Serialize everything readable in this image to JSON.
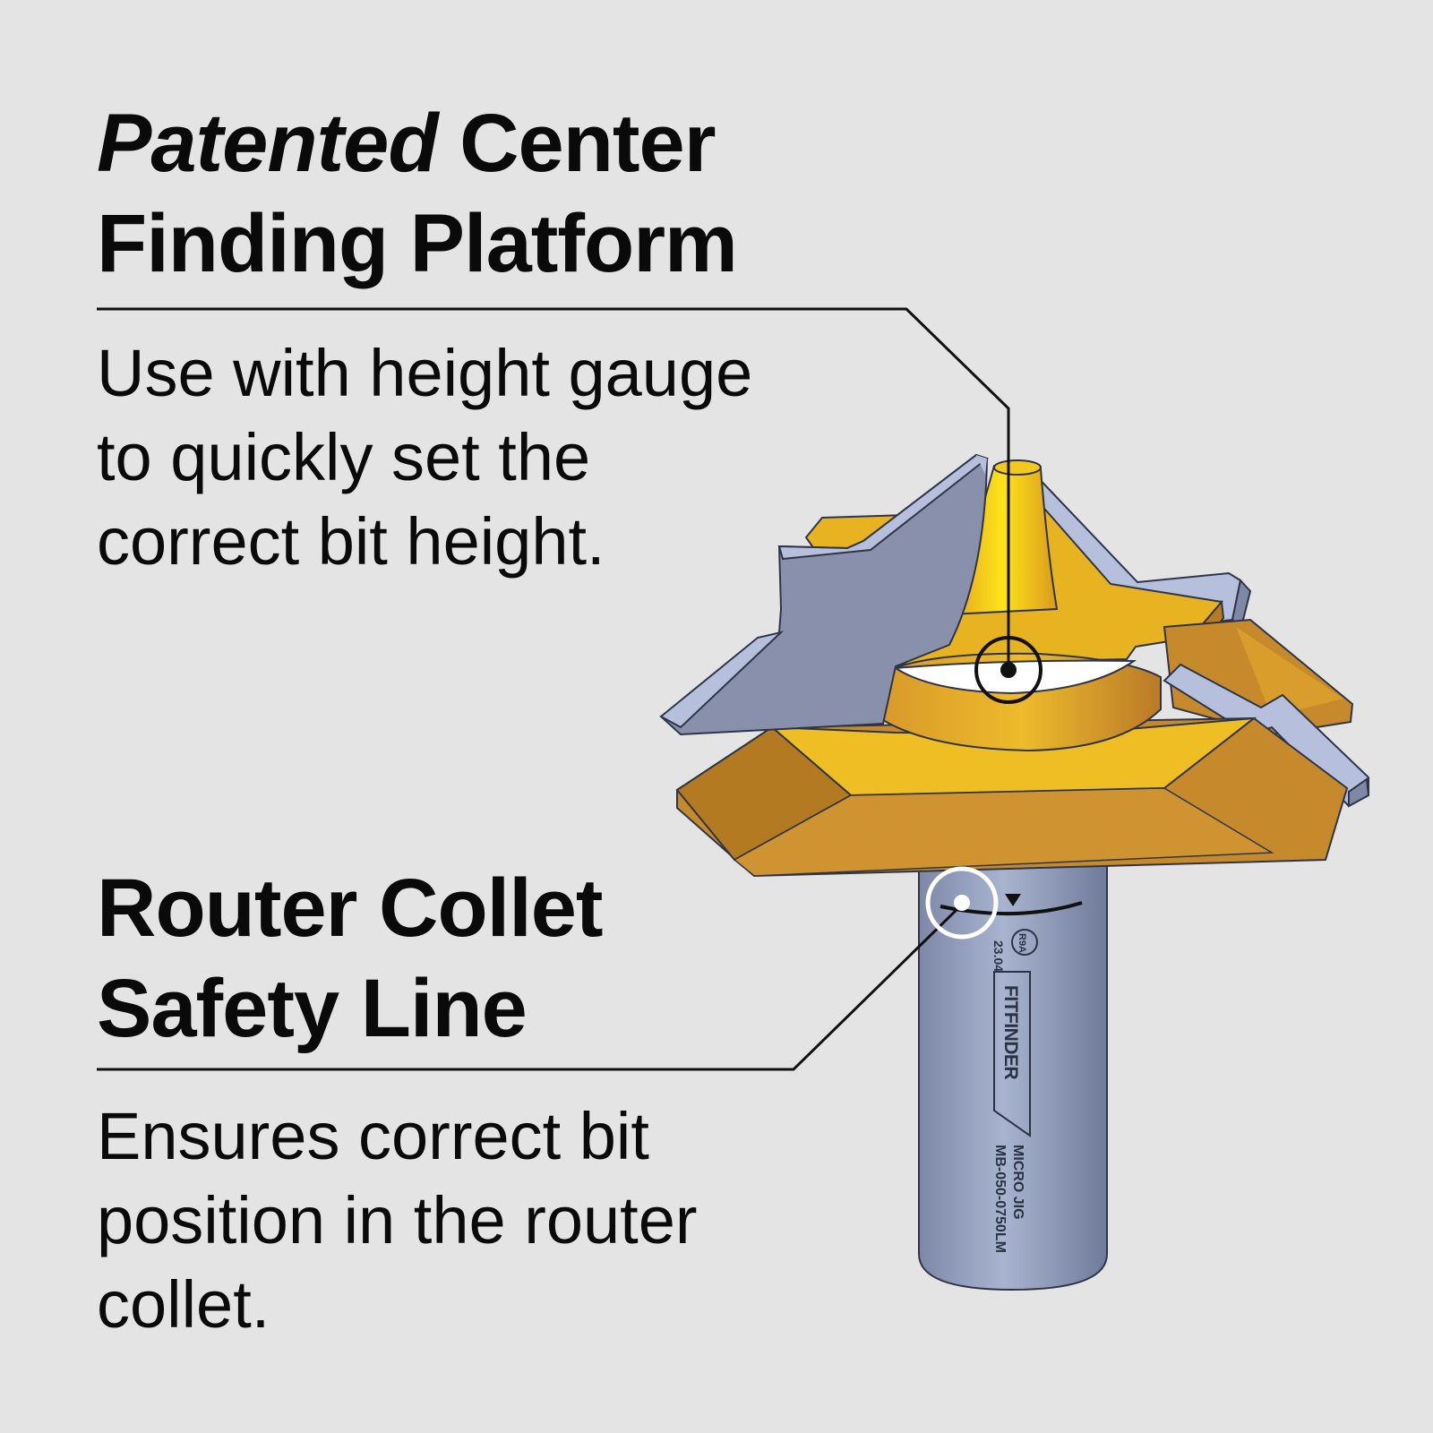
{
  "callouts": [
    {
      "heading_italic": "Patented",
      "heading_rest": "Center",
      "heading_line2": "Finding Platform",
      "description_lines": [
        "Use with height gauge",
        "to quickly set the",
        "correct bit height."
      ]
    },
    {
      "heading_line1": "Router Collet",
      "heading_line2": "Safety Line",
      "description_lines": [
        "Ensures correct bit",
        "position in the router",
        "collet."
      ]
    }
  ],
  "bit_markings": {
    "date_code": "23.04",
    "circle_code": "R9A",
    "brand_badge": "FITFINDER",
    "maker": "MICRO JIG",
    "part_number": "MB-050-0750LM"
  },
  "colors": {
    "background": "#e4e4e4",
    "gold": "#e8b321",
    "gold_dark": "#c68a2c",
    "carbide": "#8890ac",
    "shank": "#9aa6c2",
    "text": "#0a0a0a"
  }
}
